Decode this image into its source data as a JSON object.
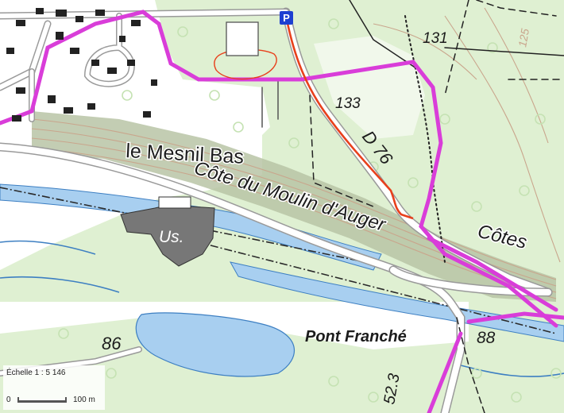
{
  "map": {
    "labels": {
      "village": "le Mesnil Bas",
      "cote": "Côte du Moulin d'Auger",
      "cotes": "Côtes",
      "road": "D 76",
      "factory": "Us.",
      "place": "Pont Franché"
    },
    "elevations": {
      "e131": "131",
      "e133": "133",
      "e125": "125",
      "e86": "86",
      "e88": "88",
      "e523": "52.3"
    },
    "markers": {
      "parking": "P"
    },
    "scale": {
      "title": "Échelle 1 : 5 146",
      "zero": "0",
      "distance": "100 m"
    },
    "colors": {
      "background": "#ffffff",
      "forest": "#dff0d2",
      "tree_symbol": "#c5e2b3",
      "slope_shading": "#b9c4a6",
      "contour": "#c9a58c",
      "water": "#a8cff0",
      "water_edge": "#3d7fc2",
      "trail": "#d93dd9",
      "route": "#e8401c",
      "building": "#222222",
      "industrial": "#777777",
      "road_casing": "#9a9a9a",
      "parking": "#1d3fd1"
    },
    "icons": [
      "parking-icon",
      "tree-icon"
    ]
  }
}
